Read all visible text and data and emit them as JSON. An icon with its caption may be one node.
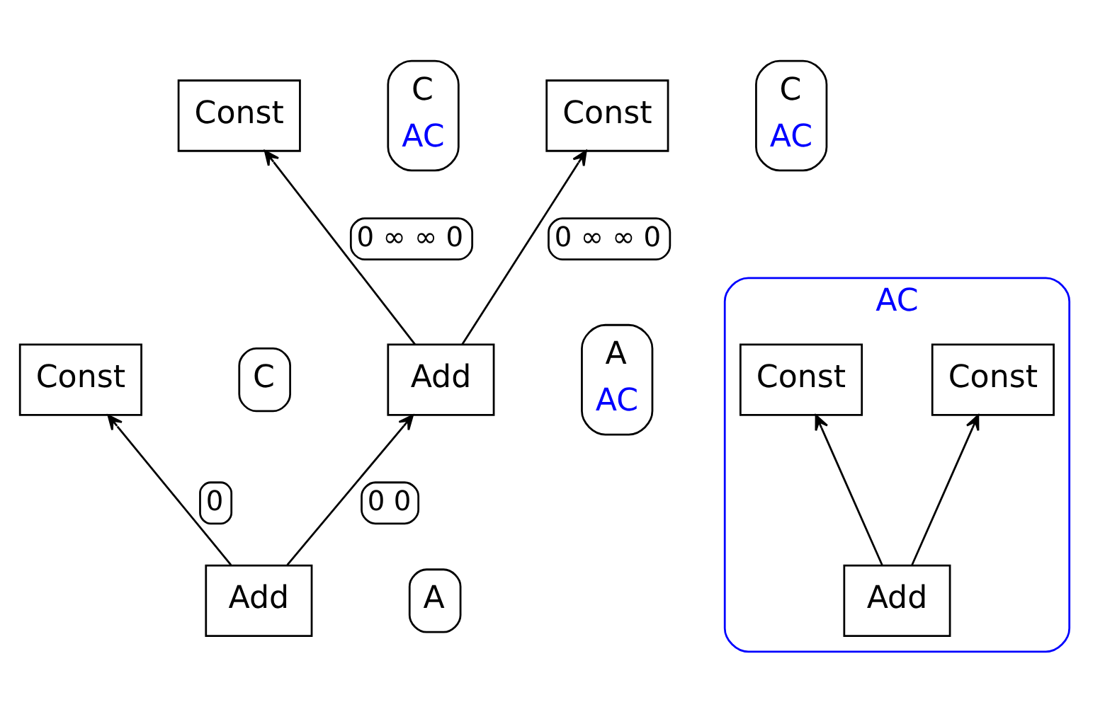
{
  "diagram": {
    "nodes": [
      {
        "text": [
          "Add"
        ],
        "beside": [
          "A"
        ]
      },
      {
        "text": [
          "Const"
        ],
        "beside": [
          "C"
        ]
      },
      {
        "text": [
          "Add"
        ],
        "beside": [
          "A",
          "AC"
        ]
      },
      {
        "text": [
          "Const"
        ],
        "beside": [
          "C",
          "AC"
        ]
      },
      {
        "text": [
          "Const"
        ],
        "beside": [
          "C",
          "AC"
        ]
      },
      {
        "text": [
          "AC"
        ]
      },
      {
        "text": [
          "Const"
        ],
        "in": 5
      },
      {
        "text": [
          "Const"
        ],
        "in": 5
      },
      {
        "text": [
          "Add"
        ],
        "in": 5
      }
    ],
    "edges": [
      {
        "from": 0,
        "to": 1,
        "arrow": "to",
        "label": "0"
      },
      {
        "from": 0,
        "to": 2,
        "arrow": "to",
        "label": "0 0"
      },
      {
        "from": 2,
        "to": 3,
        "arrow": "to",
        "label": "0 ∞ ∞ 0"
      },
      {
        "from": 2,
        "to": 4,
        "arrow": "to",
        "label": "0 ∞ ∞ 0"
      },
      {
        "from": 8,
        "to": 6,
        "arrow": "to"
      },
      {
        "from": 8,
        "to": 7,
        "arrow": "to"
      }
    ]
  }
}
